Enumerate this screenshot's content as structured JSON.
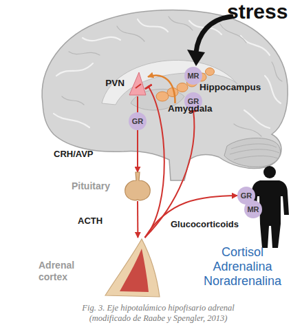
{
  "diagram": {
    "caption": "Fig. 3. Eje hipotalámico hipofisario adrenal (modificado de Raabe y Spengler, 2013)",
    "nodes": [
      {
        "text": [
          "MR"
        ]
      },
      {
        "text": [
          "Hippocampus"
        ]
      },
      {
        "text": [
          "GR"
        ]
      },
      {
        "text": [
          "PVN"
        ]
      },
      {
        "text": [
          "Amygdala"
        ]
      },
      {
        "text": [
          "GR"
        ]
      },
      {
        "text": [
          "Pituitary"
        ]
      },
      {
        "text": [
          "Adrenal cortex"
        ]
      },
      {
        "text": [
          "GR"
        ]
      },
      {
        "text": [
          "MR"
        ]
      }
    ],
    "edges": [
      {
        "from": 3,
        "to": 6,
        "label": "CRH/AVP",
        "arrow": "to"
      },
      {
        "from": 6,
        "to": 7,
        "label": "ACTH",
        "arrow": "to"
      },
      {
        "from": 7,
        "to": 2,
        "arrow": "to"
      },
      {
        "from": 7,
        "to": 3,
        "arrow": "to"
      },
      {
        "from": 7,
        "to": 8,
        "arrow": "to"
      },
      {
        "from": 4,
        "to": 3,
        "arrow": "to"
      }
    ],
    "labels": [
      "stress",
      "Glucocorticoids",
      "Cortisol Adrenalina Noradrenalina"
    ]
  }
}
